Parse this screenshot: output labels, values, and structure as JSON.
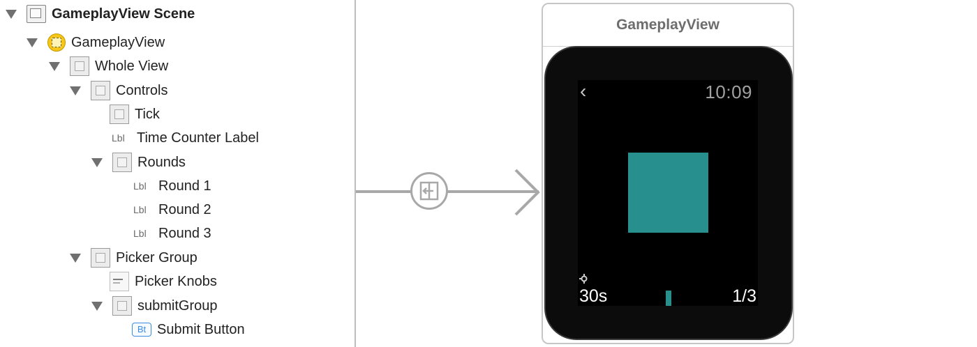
{
  "outline": {
    "scene_label": "GameplayView Scene",
    "items": [
      {
        "label": "GameplayView"
      },
      {
        "label": "Whole View"
      },
      {
        "label": "Controls"
      },
      {
        "label": "Tick"
      },
      {
        "label": "Time Counter Label"
      },
      {
        "label": "Rounds"
      },
      {
        "label": "Round 1"
      },
      {
        "label": "Round 2"
      },
      {
        "label": "Round 3"
      },
      {
        "label": "Picker Group"
      },
      {
        "label": "Picker Knobs"
      },
      {
        "label": "submitGroup"
      },
      {
        "label": "Submit Button"
      }
    ],
    "lbl_badge": "Lbl",
    "bt_badge": "Bt"
  },
  "canvas": {
    "scene_title": "GameplayView",
    "watch": {
      "time": "10:09",
      "back_glyph": "‹",
      "counter": "30s",
      "rounds": "1/3",
      "square_color": "#27908f"
    }
  }
}
